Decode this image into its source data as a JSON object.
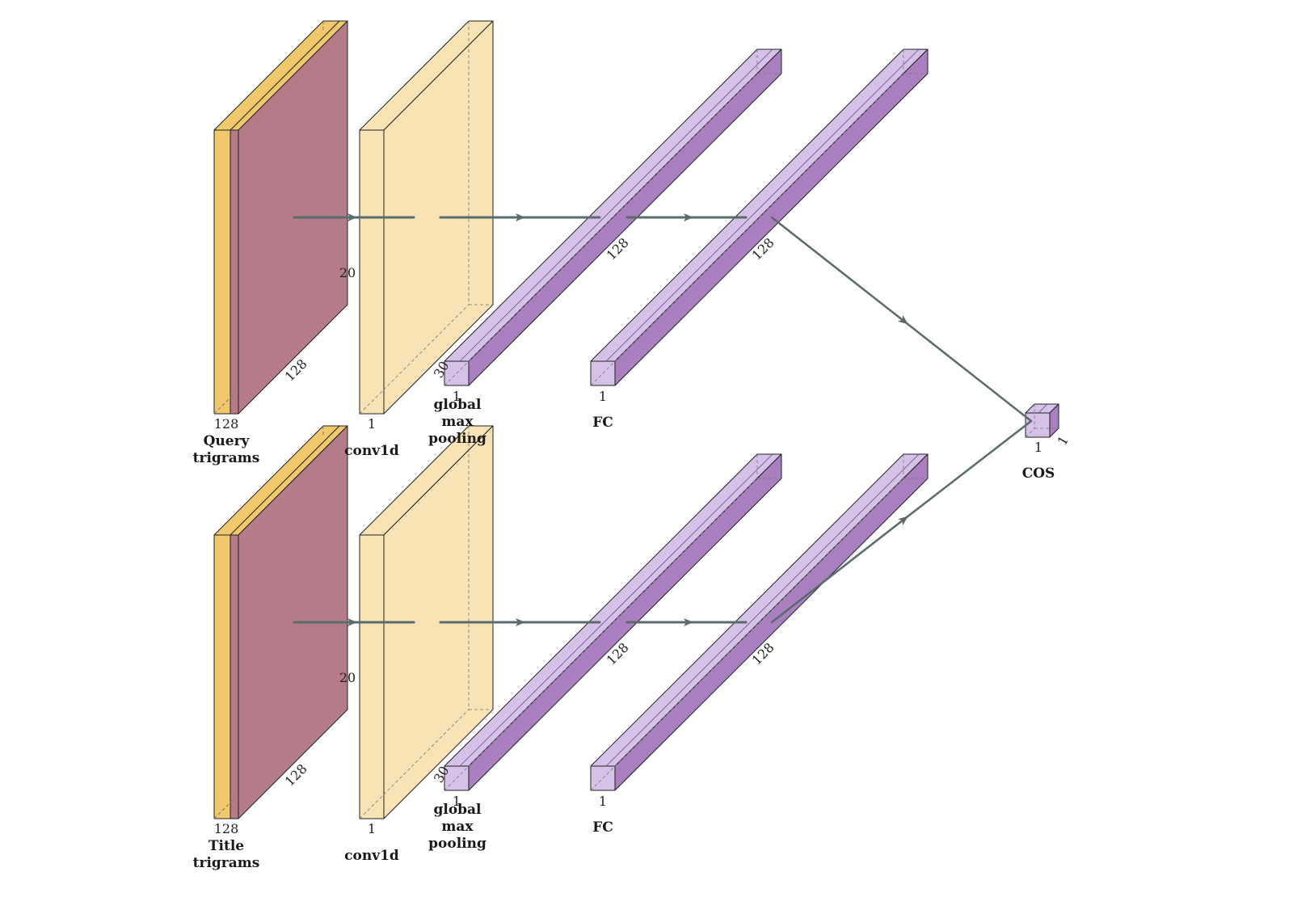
{
  "colors": {
    "input_orange": "#f2c86c",
    "input_mauve": "#b47c88",
    "conv_fill": "#f7e3b4",
    "vec_light": "#d6c2e8",
    "vec_dark": "#a97fc0",
    "arrow": "#5a6b6b",
    "edge": "#222222"
  },
  "branches": [
    {
      "input_dim_h": "20",
      "input_dim_d": "128",
      "input_dim_w": "128",
      "input_cap_1": "Query",
      "input_cap_2": "trigrams",
      "conv_dim_w": "1",
      "conv_cap": "conv1d",
      "pool_dim_h": "30",
      "pool_dim_w": "1",
      "pool_dim_d": "128",
      "pool_cap_1": "global",
      "pool_cap_2": "max",
      "pool_cap_3": "pooling",
      "fc_dim_w": "1",
      "fc_dim_d": "128",
      "fc_cap": "FC"
    },
    {
      "input_dim_h": "20",
      "input_dim_d": "128",
      "input_dim_w": "128",
      "input_cap_1": "Title",
      "input_cap_2": "trigrams",
      "conv_dim_w": "1",
      "conv_cap": "conv1d",
      "pool_dim_h": "30",
      "pool_dim_w": "1",
      "pool_dim_d": "128",
      "pool_cap_1": "global",
      "pool_cap_2": "max",
      "pool_cap_3": "pooling",
      "fc_dim_w": "1",
      "fc_dim_d": "128",
      "fc_cap": "FC"
    }
  ],
  "cos": {
    "dim_w": "1",
    "dim_d": "1",
    "cap": "COS"
  }
}
